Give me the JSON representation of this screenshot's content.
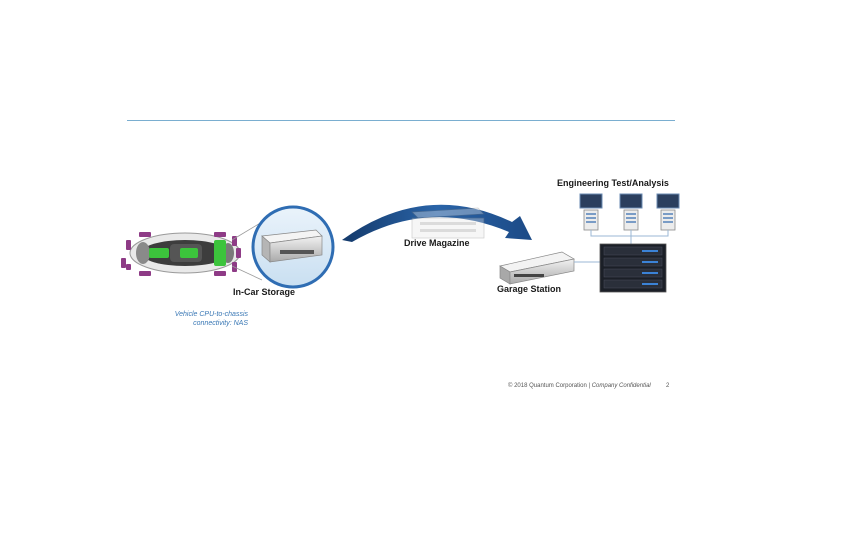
{
  "labels": {
    "in_car_storage": "In-Car Storage",
    "drive_magazine": "Drive Magazine",
    "garage_station": "Garage Station",
    "engineering": "Engineering Test/Analysis"
  },
  "caption": {
    "line1": "Vehicle CPU-to-chassis",
    "line2": "connectivity: NAS"
  },
  "footer": {
    "copyright": "© 2018 Quantum Corporation | ",
    "confidential": "Company Confidential",
    "page": "2"
  },
  "colors": {
    "rule": "#7aaed0",
    "arrow": "#1f4e8c",
    "lens_ring": "#2f6db3",
    "sensor_tag": "#8e3b86",
    "module_green": "#3cc43c",
    "caption": "#3a78b5"
  },
  "icons": [
    "car-icon",
    "storage-drive-icon",
    "drive-magazine-icon",
    "garage-station-icon",
    "workstation-icon",
    "server-rack-icon"
  ]
}
